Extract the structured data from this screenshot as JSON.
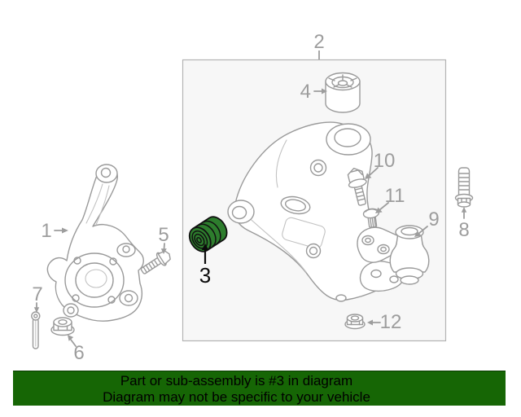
{
  "diagram": {
    "callouts": [
      {
        "label": "1"
      },
      {
        "label": "2"
      },
      {
        "label": "3"
      },
      {
        "label": "4"
      },
      {
        "label": "5"
      },
      {
        "label": "6"
      },
      {
        "label": "7"
      },
      {
        "label": "8"
      },
      {
        "label": "9"
      },
      {
        "label": "10"
      },
      {
        "label": "11"
      },
      {
        "label": "12"
      }
    ],
    "highlighted_callout": "3"
  },
  "banner": {
    "line1": "Part or sub-assembly is #3 in diagram",
    "line2": "Diagram may not be specific to your vehicle"
  },
  "colors": {
    "highlight_green": "#2d7d2d",
    "banner_green": "#166605",
    "line_gray": "#9a9a9a",
    "label_gray": "#9d9d9d",
    "box_fill": "#f7f7f7",
    "box_border": "#b3b3b3"
  }
}
